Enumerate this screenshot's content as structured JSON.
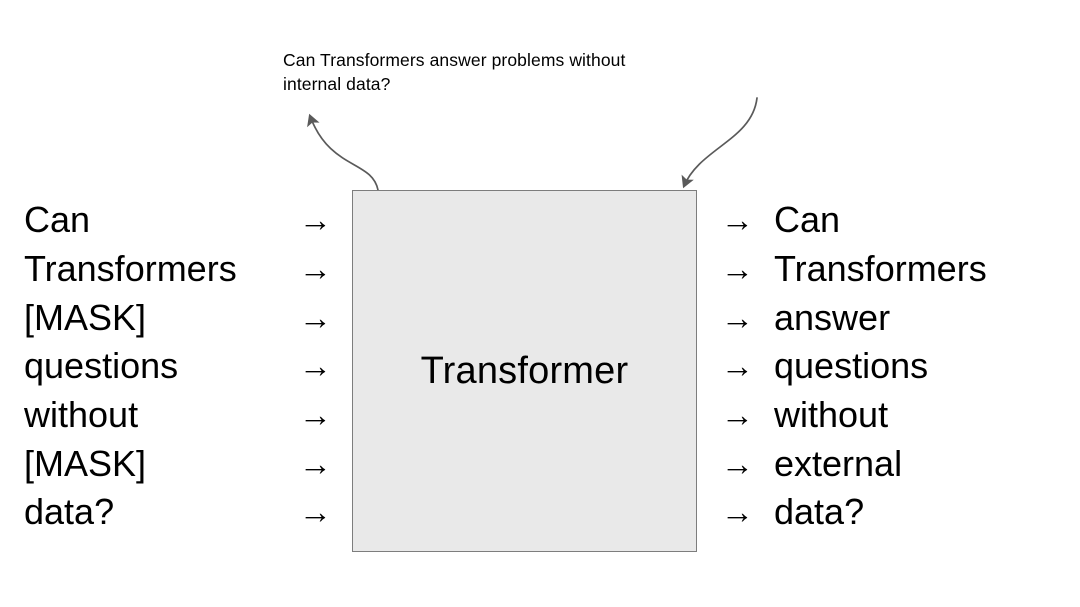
{
  "figure": {
    "type": "diagram",
    "caption": "Can Transformers answer problems without\ninternal data?",
    "center_block_label": "Transformer",
    "arrow_glyph": "→",
    "colors": {
      "box_fill": "#e9e9e9",
      "box_border": "#7d7d7d",
      "text": "#000000",
      "annotation_curve": "#5a5a5a",
      "background": "#ffffff"
    },
    "input_column": {
      "title": "input-tokens",
      "tokens": [
        "Can",
        "Transformers",
        "[MASK]",
        "questions",
        "without",
        "[MASK]",
        "data?"
      ]
    },
    "output_column": {
      "title": "output-tokens",
      "tokens": [
        "Can",
        "Transformers",
        "answer",
        "questions",
        "without",
        "external",
        "data?"
      ]
    },
    "annotations": [
      {
        "name": "left-callout-curve",
        "description": "curved arrow from box top-left pointing up-left to caption"
      },
      {
        "name": "right-callout-curve",
        "description": "curved arrow from upper right pointing down-left into box top-right"
      }
    ]
  }
}
